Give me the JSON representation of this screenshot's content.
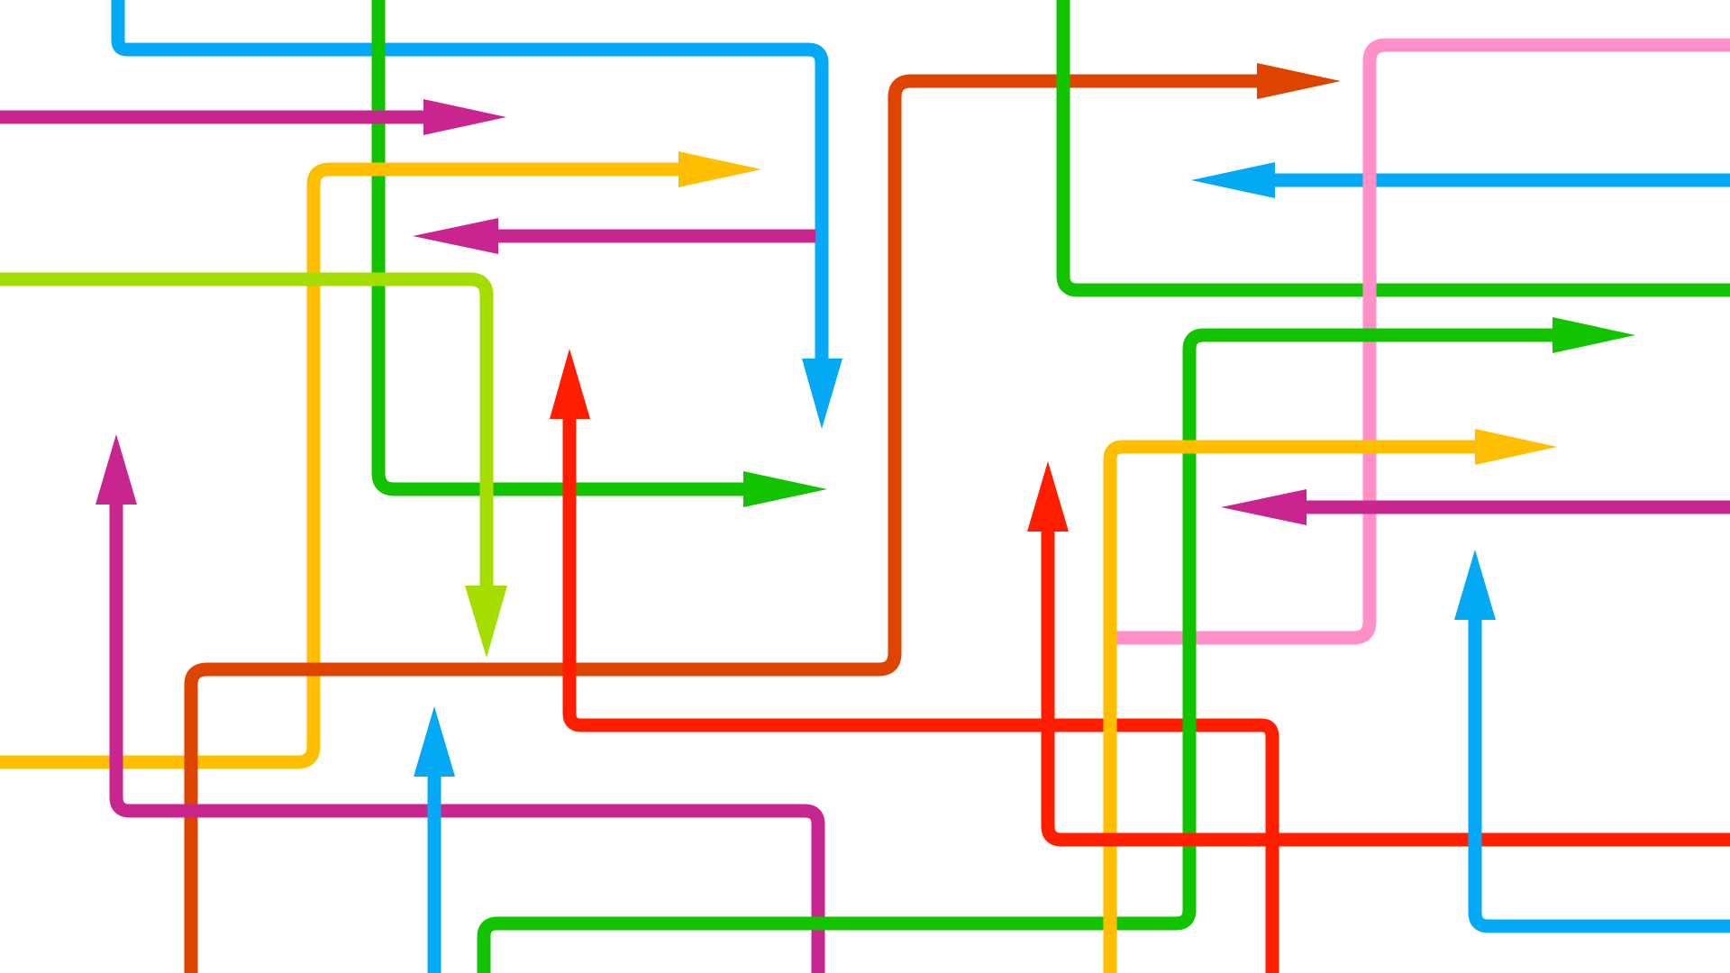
{
  "scene": {
    "background": "#ffffff",
    "palette": {
      "blue": "#03a9f4",
      "green": "#12c400",
      "magenta": "#c9258f",
      "yellow": "#ffbe00",
      "lime": "#a6dd00",
      "red": "#ff1e00",
      "orange_red": "#dd4400",
      "pink": "#ff91c8"
    },
    "routes": [
      {
        "name": "blue-route-top-left",
        "color": "blue",
        "arrow": "down"
      },
      {
        "name": "green-route-left-vertical",
        "color": "green",
        "arrow": "right"
      },
      {
        "name": "magenta-arrow-top-left",
        "color": "magenta",
        "arrow": "right"
      },
      {
        "name": "yellow-route-left",
        "color": "yellow",
        "arrow": "right"
      },
      {
        "name": "magenta-arrow-center",
        "color": "magenta",
        "arrow": "left"
      },
      {
        "name": "lime-route",
        "color": "lime",
        "arrow": "down"
      },
      {
        "name": "orange-red-route",
        "color": "orange_red",
        "arrow": "right"
      },
      {
        "name": "red-route-center",
        "color": "red",
        "arrow": "up"
      },
      {
        "name": "magenta-route-bottom-left",
        "color": "magenta",
        "arrow": "up"
      },
      {
        "name": "blue-arrow-bottom-center",
        "color": "blue",
        "arrow": "up"
      },
      {
        "name": "green-route-right-top",
        "color": "green",
        "arrow": "none"
      },
      {
        "name": "blue-arrow-top-right",
        "color": "blue",
        "arrow": "left"
      },
      {
        "name": "pink-route",
        "color": "pink",
        "arrow": "none"
      },
      {
        "name": "green-route-right",
        "color": "green",
        "arrow": "right"
      },
      {
        "name": "yellow-route-right",
        "color": "yellow",
        "arrow": "right"
      },
      {
        "name": "magenta-arrow-right",
        "color": "magenta",
        "arrow": "left"
      },
      {
        "name": "red-route-right",
        "color": "red",
        "arrow": "up"
      },
      {
        "name": "blue-route-bottom-right",
        "color": "blue",
        "arrow": "up"
      }
    ]
  }
}
